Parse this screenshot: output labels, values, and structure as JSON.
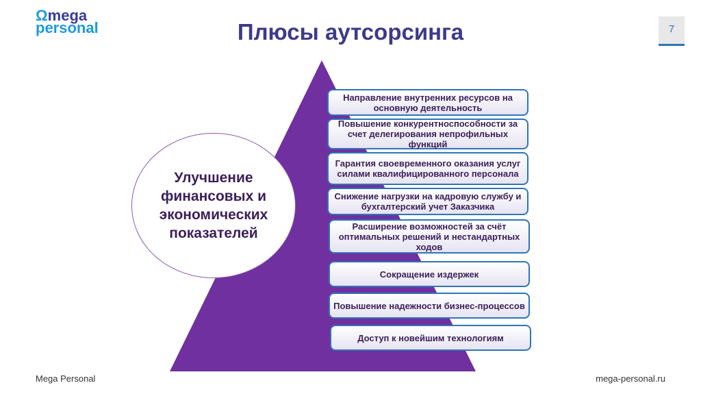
{
  "logo": {
    "line1": "mega",
    "line2": "personal",
    "brand_color": "#1e9bd7"
  },
  "title": "Плюсы аутсорсинга",
  "page_number": "7",
  "pyramid_color": "#7030a0",
  "center_label": "Улучшение финансовых и экономических показателей",
  "items": [
    "Направление внутренних ресурсов на основную деятельность",
    "Повышение конкурентноспособности за счет делегирования непрофильных функций",
    "Гарантия своевременного оказания услуг силами квалифицированного персонала",
    "Снижение нагрузки на кадровую службу и бухгалтерский учет Заказчика",
    "Расширение возможностей за счёт оптимальных решений и нестандартных ходов",
    "Сокращение издержек",
    "Повышение надежности бизнес-процессов",
    "Доступ к новейшим технологиям"
  ],
  "footer": {
    "left": "Mega Personal",
    "right": "mega-personal.ru"
  }
}
